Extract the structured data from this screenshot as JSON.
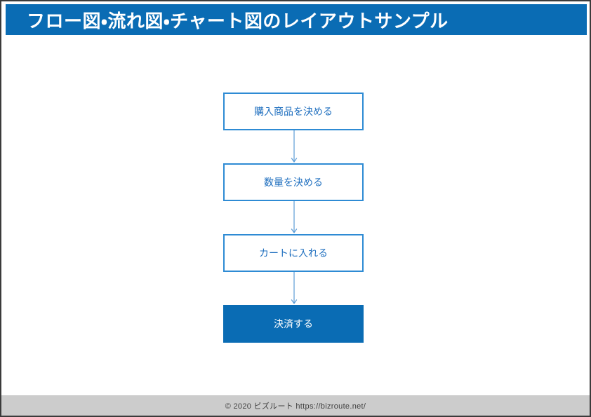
{
  "slide": {
    "title": "フロー図・流れ図・チャート図のレイアウトサンプル",
    "accent_color": "#0a6cb4",
    "node_border_color": "#2e8bd4",
    "node_text_color": "#1f6fbf",
    "connector_color": "#5b9bd5",
    "frame_color": "#3b3b3b",
    "footer_background": "#cccccc"
  },
  "flow": {
    "nodes": [
      {
        "label": "購入商品を決める",
        "style": "outline"
      },
      {
        "label": "数量を決める",
        "style": "outline"
      },
      {
        "label": "カートに入れる",
        "style": "outline"
      },
      {
        "label": "決済する",
        "style": "filled"
      }
    ],
    "connectors": [
      {
        "from": "購入商品を決める",
        "to": "数量を決める",
        "arrow": "down-arrow-icon"
      },
      {
        "from": "数量を決める",
        "to": "カートに入れる",
        "arrow": "down-arrow-icon"
      },
      {
        "from": "カートに入れる",
        "to": "決済する",
        "arrow": "down-arrow-icon"
      }
    ]
  },
  "footer": {
    "text": "© 2020 ビズルート https://bizroute.net/"
  }
}
